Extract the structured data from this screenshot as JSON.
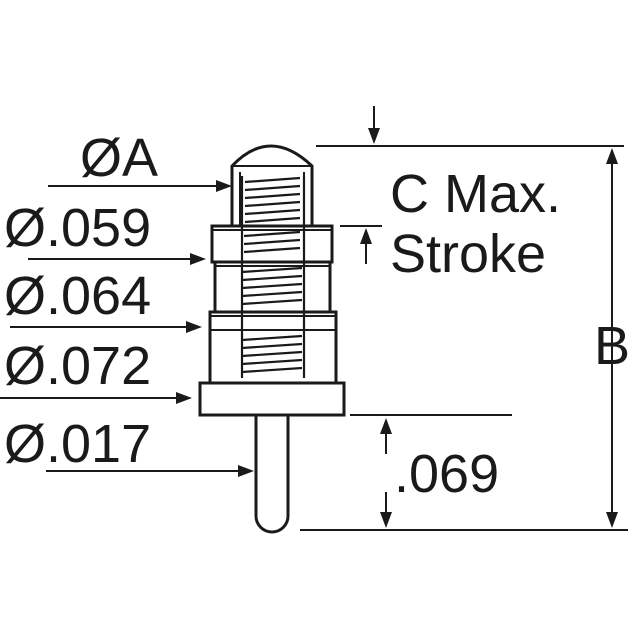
{
  "labels": {
    "dia_a": "ØA",
    "dia_059": "Ø.059",
    "dia_064": "Ø.064",
    "dia_072": "Ø.072",
    "dia_017": "Ø.017",
    "stroke_line1": "C Max.",
    "stroke_line2": "Stroke",
    "length_b": "B",
    "tail_069": ".069"
  },
  "colors": {
    "ink": "#1a1a1a",
    "background": "#ffffff"
  }
}
